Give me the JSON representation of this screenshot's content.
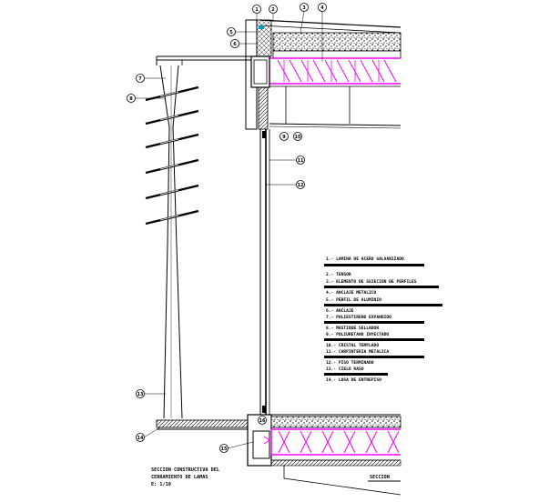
{
  "callouts": {
    "n1": "1",
    "n2": "2",
    "n3": "3",
    "n4": "4",
    "n5": "5",
    "n6": "6",
    "n7": "7",
    "n8": "8",
    "n9": "9",
    "n10": "10",
    "n11": "11",
    "n12": "12",
    "n13": "13",
    "n14": "14",
    "n15": "15",
    "n16": "16"
  },
  "notes": [
    "1.- LAMINA DE ACERO GALVANIZADO",
    "2.- TENSOR",
    "3.- ELEMENTO DE SUJECION DE PERFILES",
    "4.- ANCLAJE METALICO",
    "5.- PERFIL DE ALUMINIO",
    "6.- ANCLAJE",
    "7.- POLIESTIRENO EXPANDIDO",
    "8.- MASTIQUE SELLADOR",
    "9.- POLIURETANO INYECTADO",
    "10.- CRISTAL TEMPLADO",
    "11.- CARPINTERIA METALICA",
    "12.- PISO TERMINADO",
    "13.- CIELO RASO",
    "14.- LOSA DE ENTREPISO"
  ],
  "title_block": {
    "line1": "SECCION CONSTRUCTIVA DEL",
    "line2": "CERRAMIENTO DE LAMAS",
    "scale": "E: 1/10"
  },
  "section_label": "SECCION",
  "colors": {
    "line": "#000000",
    "joist": "#ff00ff",
    "accent": "#00a0c0"
  }
}
